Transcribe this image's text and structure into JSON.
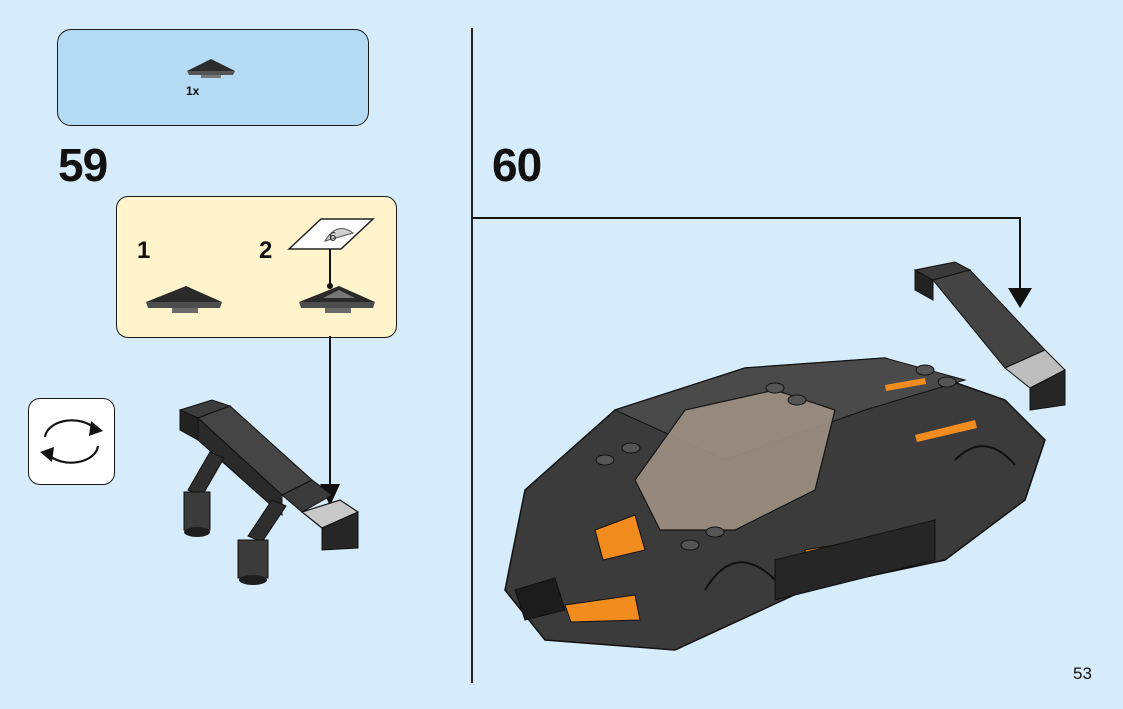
{
  "left_panel": {
    "parts_list": {
      "quantity": "1x",
      "part_icon": "slope-tile-icon"
    },
    "step_number": "59",
    "sub_steps": [
      {
        "number": "1",
        "part_icon": "slope-tile-icon"
      },
      {
        "number": "2",
        "part_icon": "slope-tile-printed-icon",
        "callout_icon": "printed-tile-callout-icon"
      }
    ],
    "rotate_icon": "rotate-model-icon",
    "model_icon": "rear-spoiler-assembly-icon"
  },
  "right_panel": {
    "step_number": "60",
    "model_icon": "race-car-model-icon"
  },
  "page_number": "53",
  "colors": {
    "background": "#d7ecfa",
    "parts_box": "#b5daf3",
    "substep_box": "#fff4cc",
    "brick_dark": "#3a3a3a",
    "brick_accent": "#f28c1e"
  }
}
